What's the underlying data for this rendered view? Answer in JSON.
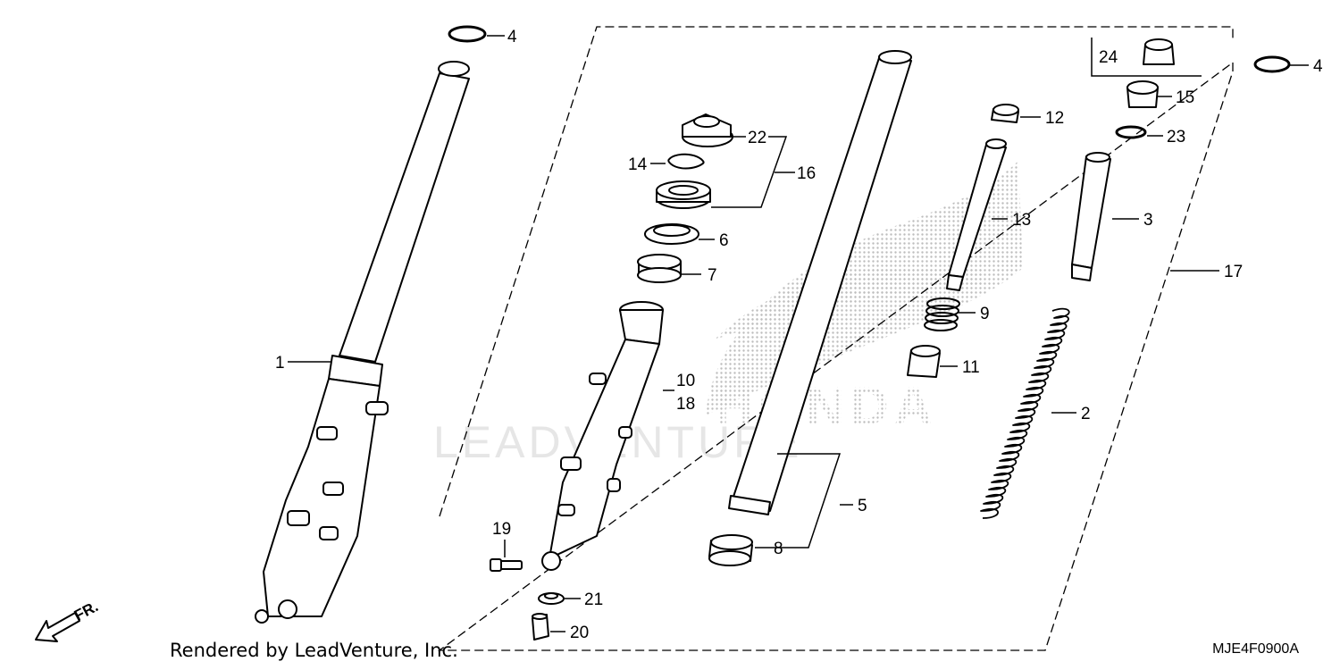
{
  "diagram": {
    "callouts": [
      {
        "id": "c1",
        "label": "1"
      },
      {
        "id": "c2",
        "label": "2"
      },
      {
        "id": "c3",
        "label": "3"
      },
      {
        "id": "c4a",
        "label": "4"
      },
      {
        "id": "c4b",
        "label": "4"
      },
      {
        "id": "c5",
        "label": "5"
      },
      {
        "id": "c6",
        "label": "6"
      },
      {
        "id": "c7",
        "label": "7"
      },
      {
        "id": "c8",
        "label": "8"
      },
      {
        "id": "c9",
        "label": "9"
      },
      {
        "id": "c10",
        "label": "10"
      },
      {
        "id": "c11",
        "label": "11"
      },
      {
        "id": "c12",
        "label": "12"
      },
      {
        "id": "c13",
        "label": "13"
      },
      {
        "id": "c14",
        "label": "14"
      },
      {
        "id": "c15",
        "label": "15"
      },
      {
        "id": "c16",
        "label": "16"
      },
      {
        "id": "c17",
        "label": "17"
      },
      {
        "id": "c18",
        "label": "18"
      },
      {
        "id": "c19",
        "label": "19"
      },
      {
        "id": "c20",
        "label": "20"
      },
      {
        "id": "c21",
        "label": "21"
      },
      {
        "id": "c22",
        "label": "22"
      },
      {
        "id": "c23",
        "label": "23"
      },
      {
        "id": "c24",
        "label": "24"
      }
    ],
    "direction_label": "FR.",
    "watermark": "LEADVENTURE",
    "logo_text": "HONDA"
  },
  "footer": {
    "credit": "Rendered by LeadVenture, Inc.",
    "diagram_code": "MJE4F0900A"
  },
  "colors": {
    "ink": "#000000",
    "watermark": "#e6e6e6",
    "logo_dots": "#bdbdbd"
  }
}
